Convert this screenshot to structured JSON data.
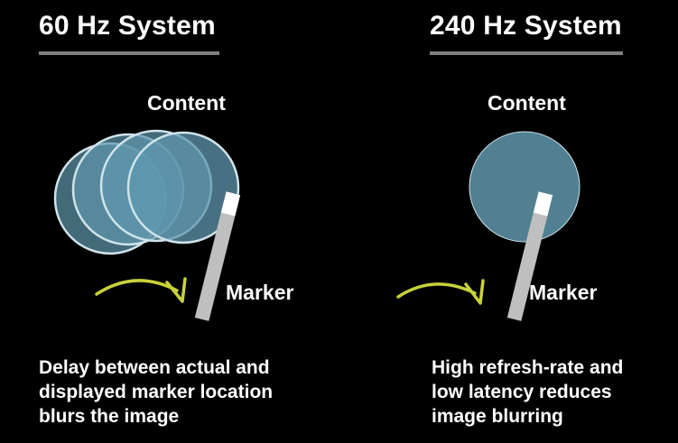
{
  "left": {
    "title": "60 Hz System",
    "content_label": "Content",
    "marker_label": "Marker",
    "caption": [
      "Delay between actual and",
      "displayed marker location",
      "blurs the image"
    ]
  },
  "right": {
    "title": "240 Hz System",
    "content_label": "Content",
    "marker_label": "Marker",
    "caption": [
      "High refresh-rate and",
      "low latency reduces",
      "image blurring"
    ]
  },
  "colors": {
    "background": "#000000",
    "underline": "#808080",
    "circle_fill": "#5f97ad",
    "circle_stroke": "#cfe3ea",
    "marker_body": "#bfbfbf",
    "marker_tip": "#ffffff",
    "arrow": "#c8d23a"
  }
}
